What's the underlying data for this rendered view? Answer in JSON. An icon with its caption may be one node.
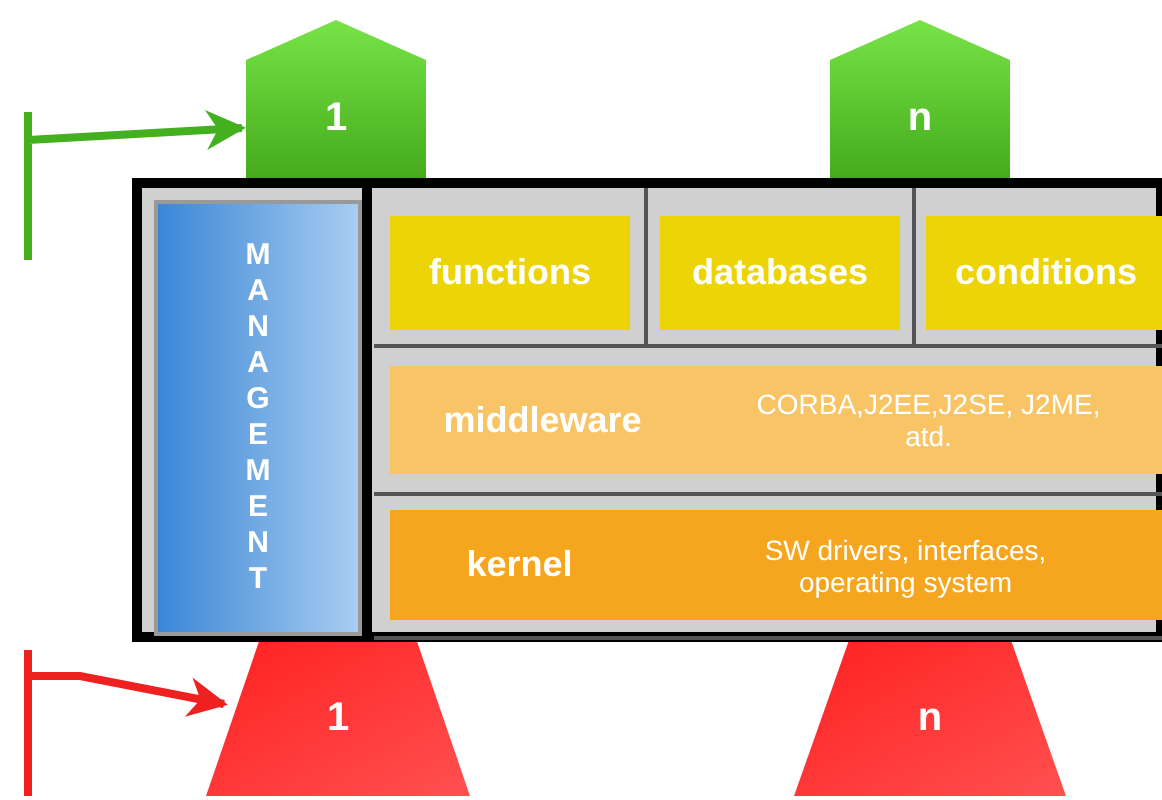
{
  "diagram": {
    "nodes": [
      {
        "text": [
          "1"
        ]
      },
      {
        "text": [
          "n"
        ]
      },
      {
        "text": [],
        "shape": "box"
      },
      {
        "text": [
          "MANAGEMENT"
        ],
        "in": 2
      },
      {
        "text": [
          "functions"
        ],
        "in": 2
      },
      {
        "text": [
          "databases"
        ],
        "in": 2
      },
      {
        "text": [
          "conditions"
        ],
        "in": 2
      },
      {
        "text": [
          "middleware",
          "CORBA,J2EE,J2SE, J2ME, atd."
        ],
        "in": 2
      },
      {
        "text": [
          "kernel",
          "SW drivers, interfaces, operating system"
        ],
        "in": 2
      },
      {
        "text": [
          "1"
        ]
      },
      {
        "text": [
          "n"
        ]
      }
    ],
    "edges": [
      {
        "from": null,
        "to": 0,
        "arrow": "to",
        "color": "#44b020"
      },
      {
        "from": null,
        "to": 9,
        "arrow": "to",
        "color": "#ee2020"
      }
    ]
  }
}
